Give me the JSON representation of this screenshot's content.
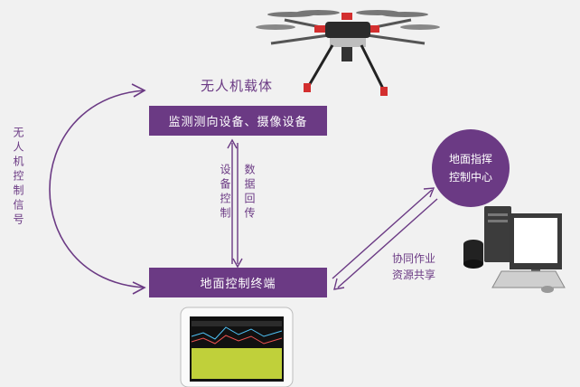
{
  "drone_label": "无人机载体",
  "top_box": "监测测向设备、摄像设备",
  "bottom_box": "地面控制终端",
  "left_signal": "无人机控制信号",
  "device_control": "设备控制",
  "data_return": "数据回传",
  "share_line1": "协同作业",
  "share_line2": "资源共享",
  "center_line1": "地面指挥",
  "center_line2": "控制中心",
  "colors": {
    "accent": "#6b3a84",
    "background": "#f1f1f1"
  }
}
